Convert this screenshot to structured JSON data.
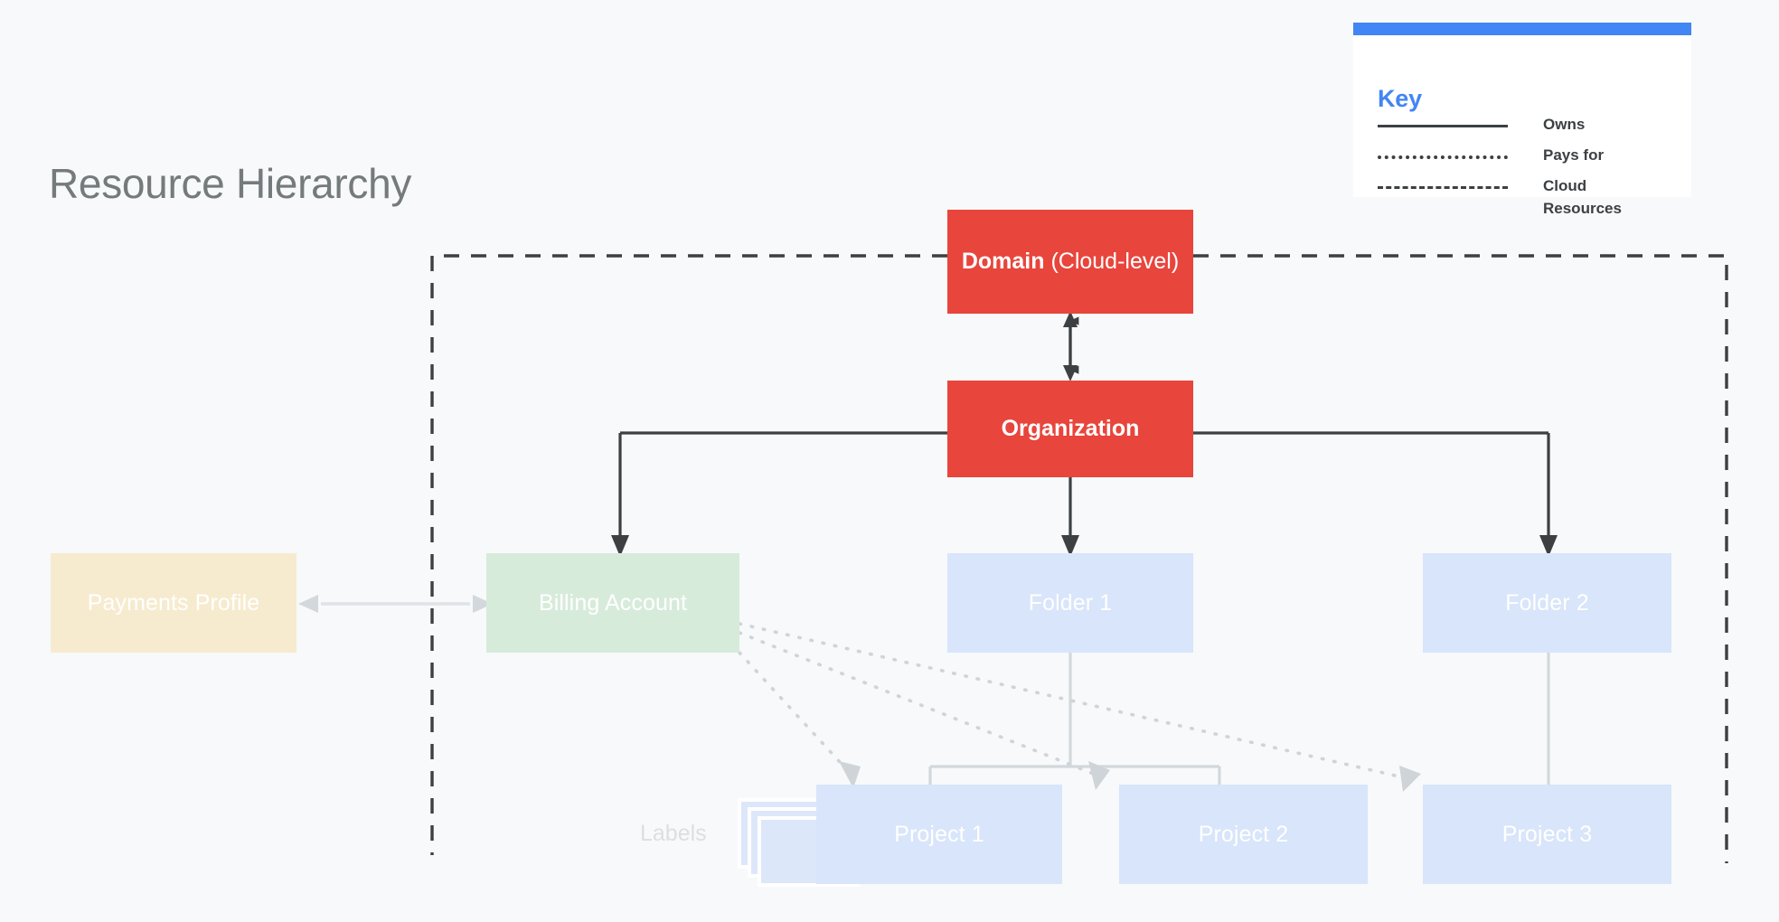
{
  "page": {
    "title": "Resource Hierarchy",
    "background": "#f7f9fa",
    "title_color": "#757a7d"
  },
  "legend": {
    "heading": "Key",
    "heading_color": "#4285f4",
    "accent_bar_color": "#4285f4",
    "rows": [
      {
        "style": "solid",
        "label": "Owns"
      },
      {
        "style": "dotted",
        "label": "Pays for"
      },
      {
        "style": "dashed",
        "label": "Cloud Resources"
      }
    ]
  },
  "nodes": {
    "domain": {
      "label_bold": "Domain",
      "label_rest": " (Cloud-level)",
      "color": "#e8453c",
      "text_color": "#ffffff"
    },
    "organization": {
      "label": "Organization",
      "color": "#e8453c",
      "text_color": "#ffffff"
    },
    "payments_profile": {
      "label": "Payments Profile",
      "color": "#f7ebcf",
      "text_color": "#ffffff"
    },
    "billing_account": {
      "label": "Billing Account",
      "color": "#d7ebdb",
      "text_color": "#ffffff"
    },
    "folder_1": {
      "label": "Folder 1",
      "color": "#d8e5fa",
      "text_color": "#ffffff"
    },
    "folder_2": {
      "label": "Folder 2",
      "color": "#d8e5fa",
      "text_color": "#ffffff"
    },
    "project_1": {
      "label": "Project 1",
      "color": "#d8e5fa",
      "text_color": "#ffffff"
    },
    "project_2": {
      "label": "Project 2",
      "color": "#d8e5fa",
      "text_color": "#ffffff"
    },
    "project_3": {
      "label": "Project 3",
      "color": "#d8e5fa",
      "text_color": "#ffffff"
    },
    "labels": {
      "label": "Labels",
      "color": "#dde7fa",
      "text_color": "#dcdfe2"
    }
  },
  "boundary": {
    "name": "Cloud Resources",
    "style": "dashed",
    "color": "#3c4043"
  },
  "edges": [
    {
      "from": "domain",
      "to": "organization",
      "relation": "Owns",
      "direction": "both"
    },
    {
      "from": "organization",
      "to": "billing_account",
      "relation": "Owns",
      "direction": "down"
    },
    {
      "from": "organization",
      "to": "folder_1",
      "relation": "Owns",
      "direction": "down"
    },
    {
      "from": "organization",
      "to": "folder_2",
      "relation": "Owns",
      "direction": "down"
    },
    {
      "from": "payments_profile",
      "to": "billing_account",
      "relation": "Owns",
      "direction": "both"
    },
    {
      "from": "folder_1",
      "to": "project_1",
      "relation": "Owns",
      "direction": "down"
    },
    {
      "from": "folder_1",
      "to": "project_2",
      "relation": "Owns",
      "direction": "down"
    },
    {
      "from": "folder_2",
      "to": "project_3",
      "relation": "Owns",
      "direction": "down"
    },
    {
      "from": "billing_account",
      "to": "project_1",
      "relation": "Pays for",
      "direction": "down"
    },
    {
      "from": "billing_account",
      "to": "project_2",
      "relation": "Pays for",
      "direction": "down"
    },
    {
      "from": "billing_account",
      "to": "project_3",
      "relation": "Pays for",
      "direction": "down"
    }
  ]
}
